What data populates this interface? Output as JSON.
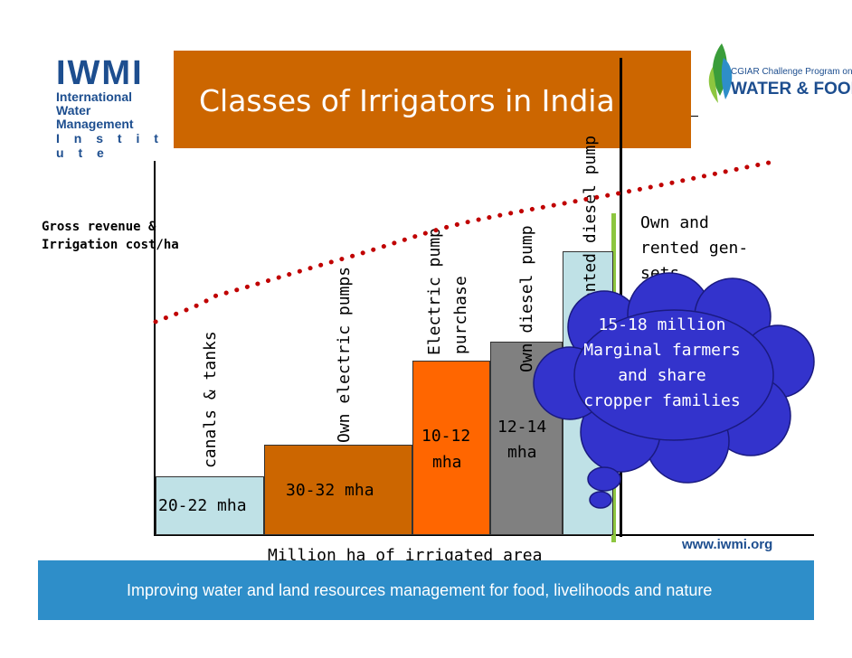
{
  "logo_left": {
    "line1": "IWMI",
    "line2": "International",
    "line3": "Water Management",
    "line4": "I n s t i t u t e"
  },
  "title": "Classes of Irrigators in India",
  "logo_right": {
    "line1": "CGIAR Challenge Program on",
    "line2": "WATER & FOOD"
  },
  "y_label": {
    "line1": "Gross revenue &",
    "line2": "Irrigation cost/ha"
  },
  "x_label": "Million ha of irrigated area",
  "bars": [
    {
      "category": "canals & tanks",
      "area_label": "20-22 mha",
      "color": "#bfe1e6"
    },
    {
      "category": "Own electric pumps",
      "area_label": "30-32 mha",
      "color": "#cc6600"
    },
    {
      "category_line1": "Electric pump",
      "category_line2": "purchase",
      "area_line1": "10-12",
      "area_line2": "mha",
      "color": "#ff6600"
    },
    {
      "category": "Own diesel pump",
      "area_line1": "12-14",
      "area_line2": "mha",
      "color": "#808080"
    },
    {
      "category": "rented diesel pump",
      "color": "#bfe1e6"
    }
  ],
  "gensets": {
    "line1": "Own and",
    "line2": "rented gen-",
    "line3": "sets"
  },
  "cloud": {
    "line1": "15-18 million",
    "line2": "Marginal farmers",
    "line3": "and share",
    "line4": "cropper families",
    "color": "#3333cc"
  },
  "footer": "Improving water and land resources management for food, livelihoods and nature",
  "url": "www.iwmi.org",
  "colors": {
    "title_bg": "#cc6600",
    "footer_bg": "#2e8ec9",
    "curve": "#c00000",
    "logo_blue": "#1d4e8f",
    "green_line": "#8dc63f"
  }
}
